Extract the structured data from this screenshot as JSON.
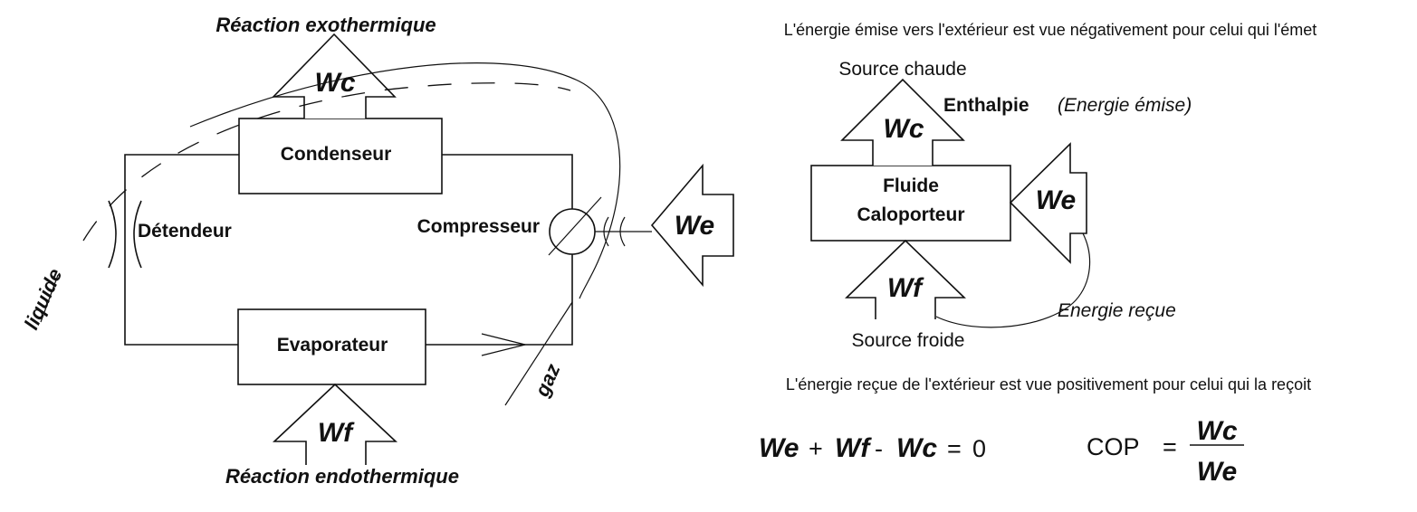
{
  "cycle": {
    "top_reaction": "Réaction exothermique",
    "bottom_reaction": "Réaction endothermique",
    "wc": "Wc",
    "wf": "Wf",
    "we": "We",
    "condenser": "Condenseur",
    "evaporator": "Evaporateur",
    "expander": "Détendeur",
    "compressor": "Compresseur",
    "liquid": "liquide",
    "gas": "gaz"
  },
  "summary": {
    "note_top": "L'énergie émise vers l'extérieur est vue négativement pour celui qui l'émet",
    "hot_source": "Source chaude",
    "enthalpy": "Enthalpie",
    "emitted": "(Energie émise)",
    "wc": "Wc",
    "we": "We",
    "wf": "Wf",
    "fluid_line1": "Fluide",
    "fluid_line2": "Caloporteur",
    "received": "Energie reçue",
    "cold_source": "Source froide",
    "note_bottom": "L'énergie reçue de l'extérieur est vue positivement pour celui qui la reçoit"
  },
  "equation": {
    "we": "We",
    "plus": "+",
    "wf": "Wf",
    "minus": "-",
    "wc": "Wc",
    "eq": "=",
    "zero": "0"
  },
  "cop": {
    "label": "COP",
    "eq": "=",
    "numerator": "Wc",
    "denominator": "We"
  }
}
